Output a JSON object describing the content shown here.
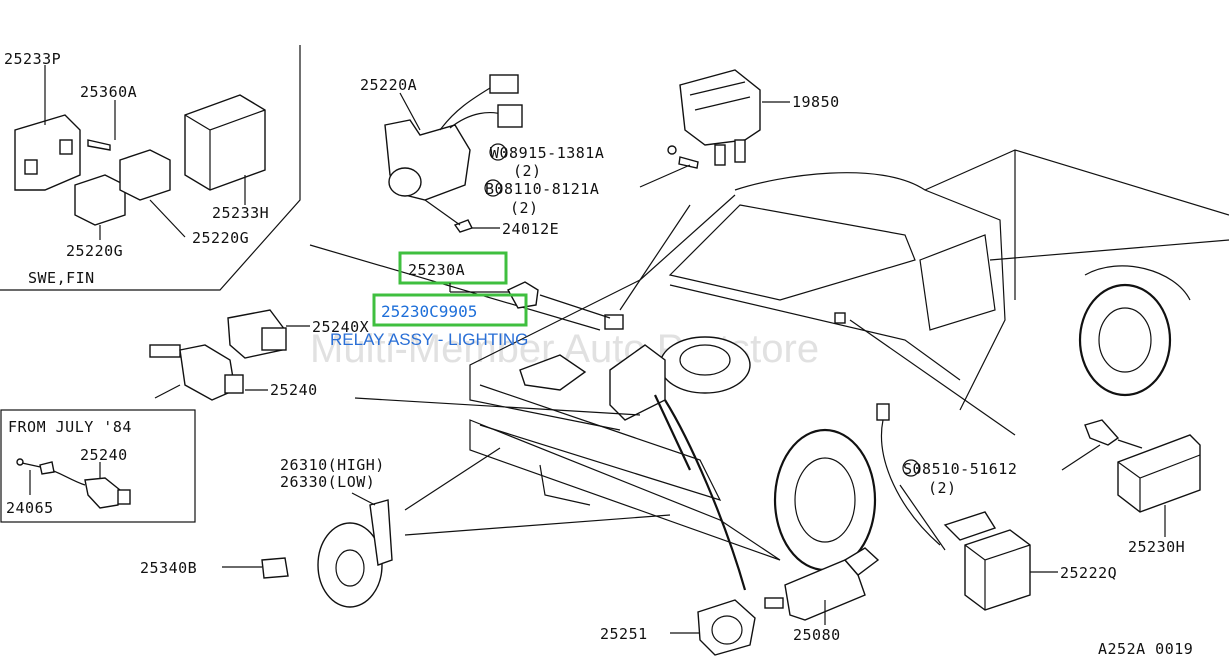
{
  "labels": {
    "p25233P": "25233P",
    "p25360A": "25360A",
    "p25233H": "25233H",
    "p25220G_a": "25220G",
    "p25220G_b": "25220G",
    "swe_fin": "SWE,FIN",
    "p25220A": "25220A",
    "p19850": "19850",
    "w08915": "W08915-1381A",
    "w_qty": "(2)",
    "b08110": "B08110-8121A",
    "b_qty": "(2)",
    "p24012E": "24012E",
    "p25230A": "25230A",
    "p25230C9905": "25230C9905",
    "relay_desc": "RELAY ASSY - LIGHTING",
    "p25240X": "25240X",
    "p25240": "25240",
    "from_july": "FROM JULY '84",
    "p25240_b": "25240",
    "p24065": "24065",
    "horn_high": "26310(HIGH)",
    "horn_low": "26330(LOW)",
    "p25340B": "25340B",
    "s08510": "S08510-51612",
    "s_qty": "(2)",
    "p25230H": "25230H",
    "p25222Q": "25222Q",
    "p25251": "25251",
    "p25080": "25080",
    "ref_code": "A252A 0019"
  },
  "watermark": "Multi-Member Auto Partstore",
  "colors": {
    "highlight_box": "#3fbf3f",
    "highlight_text": "#1e6fd9"
  }
}
